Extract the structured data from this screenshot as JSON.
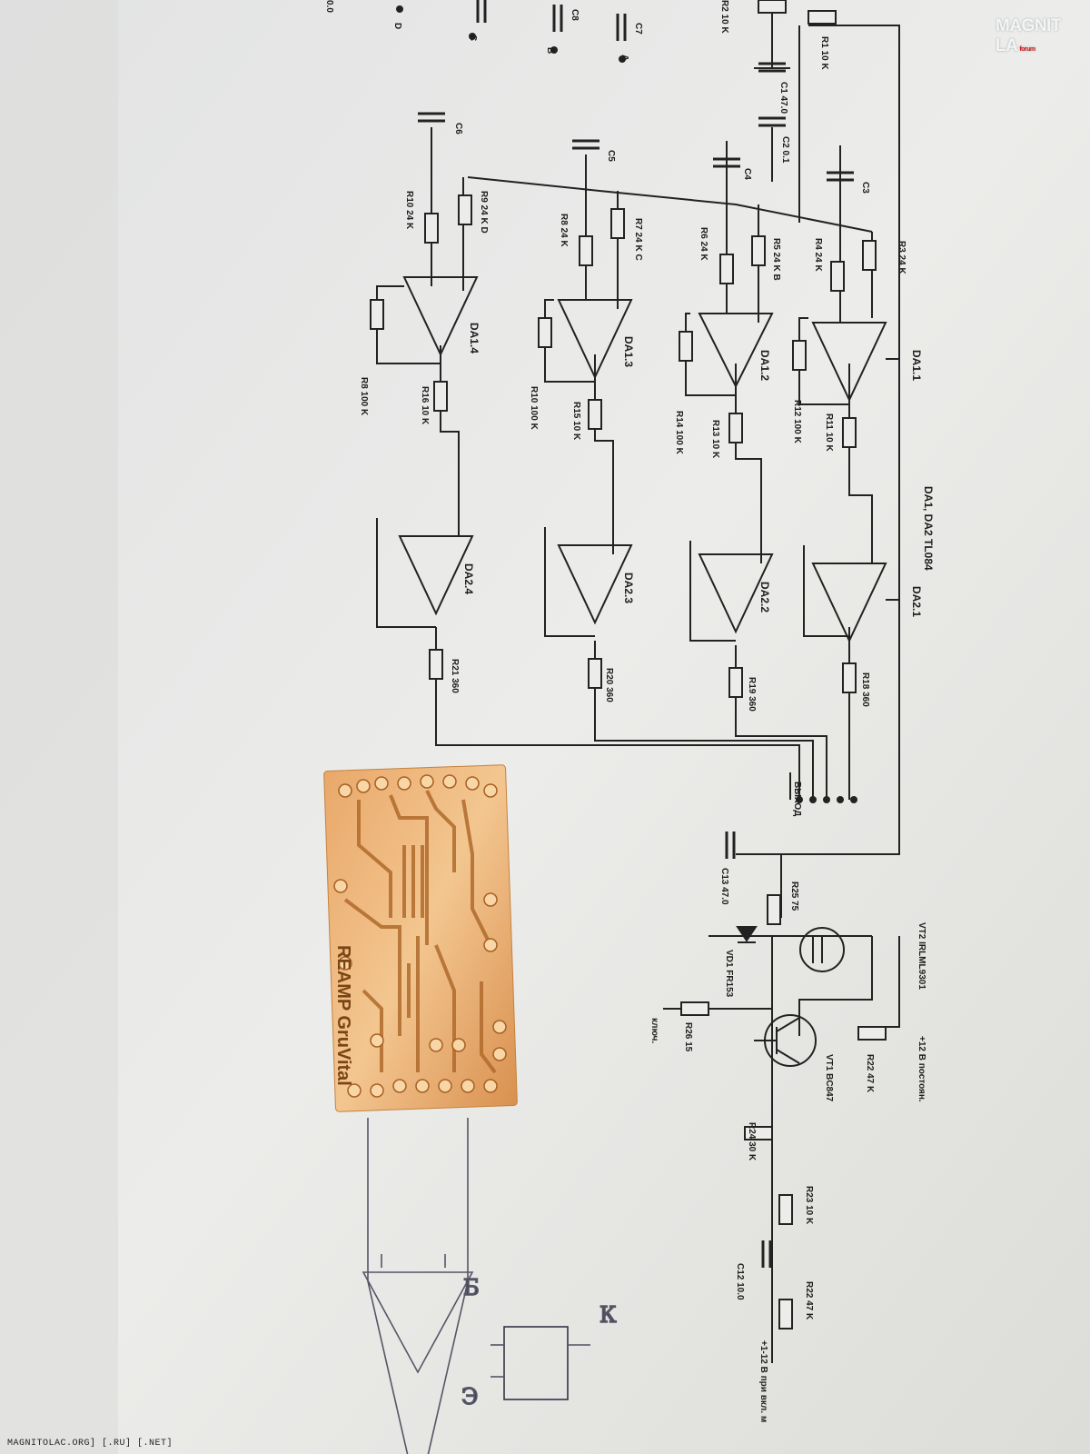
{
  "watermark": {
    "brand": "MAGNIT  LA",
    "sub": "forum"
  },
  "footer_text": "MAGNITOLAC.ORG] [.RU] [.NET]",
  "schematic": {
    "title": "DA1, DA2 TL084",
    "opamps": [
      "DA1.1",
      "DA1.2",
      "DA1.3",
      "DA1.4",
      "DA2.1",
      "DA2.2",
      "DA2.3",
      "DA2.4"
    ],
    "resistors": [
      "R1 10 K",
      "R2 10 K",
      "R3 24 K",
      "R4 24 K",
      "R5 24 K B",
      "R6 24 K",
      "R7 24 K C",
      "R8 24 K",
      "R9 24 K D",
      "R10 24 K",
      "R11 10 K",
      "R12 100 K",
      "R13 10 K",
      "R14 100 K",
      "R15 10 K",
      "R16 10 K",
      "R10 100 K",
      "R8 100 K",
      "R18 360",
      "R19 360",
      "R20 360",
      "R21 360",
      "R22 47 K",
      "R22 47 K",
      "R23 10 K",
      "R24 30 K",
      "R25 75",
      "R26 15"
    ],
    "capacitors": [
      "C1 47.0",
      "C2 0.1",
      "C3",
      "C4",
      "C5",
      "C6",
      "C7",
      "C8",
      "C13 47.0",
      "C12 10.0"
    ],
    "inputs": [
      "A",
      "B",
      "C",
      "D"
    ],
    "semis": [
      "VD1 FR153",
      "VT1 BC847",
      "VT2 IRLML9301"
    ],
    "power": [
      "+12 B постоян.",
      "+1-12 B при вкл. м"
    ],
    "misc": [
      "ключ.",
      "ВЫХОД",
      "0.0"
    ]
  },
  "board": {
    "text": "REAMP GruVital"
  },
  "handwritten": [
    "К",
    "Б",
    "Э"
  ]
}
